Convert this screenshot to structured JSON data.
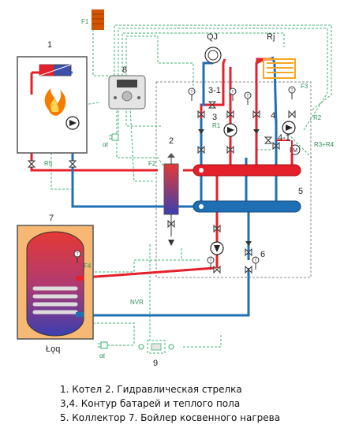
{
  "diagram": {
    "component_numbers": {
      "n1": "1",
      "n2": "2",
      "n3": "3",
      "n3_1": "3-1",
      "n4": "4",
      "n4_1": "4-1",
      "n5": "5",
      "n6": "6",
      "n7": "7",
      "n8": "8",
      "n9": "9"
    },
    "sensor_labels": {
      "f1": "F1",
      "f2": "F2",
      "f3": "F3",
      "f4": "F4",
      "r1": "R1",
      "r2": "R2",
      "r3r4": "R3+R4",
      "r5": "R5",
      "nvr": "NVR"
    },
    "circuit_labels": {
      "radiators": "QJ",
      "floor": "Rj",
      "boiler_tank": "Łǫq"
    },
    "misc_labels": {
      "plug_a": "αℓ",
      "plug_b": "αℓ"
    }
  },
  "caption": {
    "line1": "1. Котел 2. Гидравлическая стрелка",
    "line2": "3,4. Контур батарей и теплого пола",
    "line3": "5. Коллектор 7. Бойлер косвенного нагрева"
  },
  "colors": {
    "supply_pipe": "#e5202a",
    "return_pipe": "#1f6fb5",
    "signal_wire": "#3cb371",
    "boiler_fill": "#f6b873",
    "tank_inner": "#c0394b"
  }
}
